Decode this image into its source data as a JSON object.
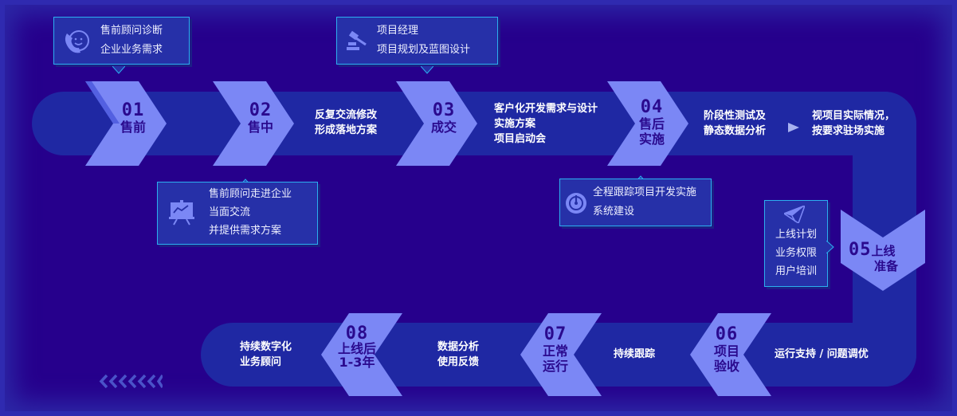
{
  "colors": {
    "background": "#26008c",
    "band": "#1f28a3",
    "chevron": "#7b87f5",
    "chevron_shadow": "#3340d0",
    "chevron_text": "#2a0a8e",
    "callout_bg": "#2630a8",
    "callout_border": "#2bb0f0",
    "text": "#ffffff"
  },
  "steps": [
    {
      "num": "01",
      "name": "售前"
    },
    {
      "num": "02",
      "name": "售中"
    },
    {
      "num": "03",
      "name": "成交"
    },
    {
      "num": "04",
      "name_line1": "售后",
      "name_line2": "实施"
    },
    {
      "num": "05",
      "name_line1": "上线",
      "name_line2": "准备"
    },
    {
      "num": "06",
      "name_line1": "项目",
      "name_line2": "验收"
    },
    {
      "num": "07",
      "name_line1": "正常",
      "name_line2": "运行"
    },
    {
      "num": "08",
      "name_line1": "上线后",
      "name_line2": "1-3年"
    }
  ],
  "band_texts": {
    "after_02": [
      "反复交流修改",
      "形成落地方案"
    ],
    "after_03": [
      "客户化开发需求与设计",
      "实施方案",
      "项目启动会"
    ],
    "after_04_a": [
      "阶段性测试及",
      "静态数据分析"
    ],
    "after_04_b": [
      "视项目实际情况，",
      "按要求驻场实施"
    ],
    "after_06": [
      "运行支持 / 问题调优"
    ],
    "after_07": [
      "持续跟踪"
    ],
    "after_08_a": [
      "数据分析",
      "使用反馈"
    ],
    "after_08_b": [
      "持续数字化",
      "业务顾问"
    ]
  },
  "callouts": {
    "presales_diagnosis": {
      "icon": "customer-service-icon",
      "lines": [
        "售前顾问诊断",
        "企业业务需求"
      ]
    },
    "project_manager": {
      "icon": "gavel-icon",
      "lines": [
        "项目经理",
        "项目规划及蓝图设计"
      ]
    },
    "onsite_visit": {
      "icon": "presentation-chart-icon",
      "lines": [
        "售前顾问走进企业",
        "当面交流",
        "并提供需求方案"
      ]
    },
    "full_tracking": {
      "icon": "radar-icon",
      "lines": [
        "全程跟踪项目开发实施",
        "系统建设"
      ]
    },
    "go_live": {
      "icon": "paper-plane-icon",
      "lines": [
        "上线计划",
        "业务权限",
        "用户培训"
      ]
    }
  }
}
